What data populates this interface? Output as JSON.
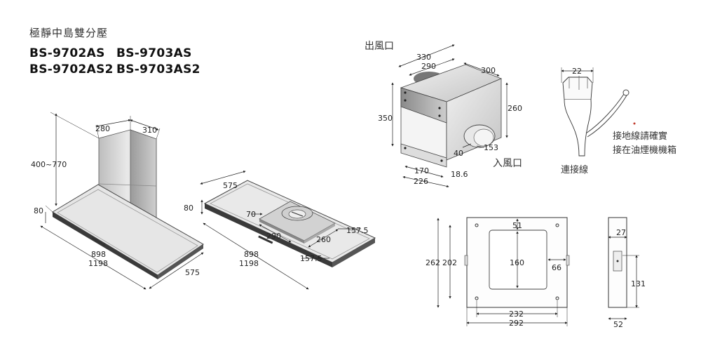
{
  "title": "極靜中島雙分壓",
  "models": {
    "row1_left": "BS-9702AS",
    "row1_right": "BS-9703AS",
    "row2_left": "BS-9702AS2",
    "row2_right": "BS-9703AS2"
  },
  "labels": {
    "outlet": "出風口",
    "inlet": "入風口",
    "connector": "連接線",
    "ground_line1": "接地線請確實",
    "ground_line2": "接在油煙機機箱"
  },
  "dims": {
    "d280": "280",
    "d310": "310",
    "d400_770": "400~770",
    "d80a": "80",
    "d898a": "898",
    "d1198a": "1198",
    "d575a": "575",
    "d575b": "575",
    "d80b": "80",
    "d70": "70",
    "d290a": "290",
    "d260a": "260",
    "d157_5a": "157.5",
    "d157_5b": "157.5",
    "d898b": "898",
    "d1198b": "1198",
    "d330": "330",
    "d290b": "290",
    "d300": "300",
    "d350": "350",
    "d260b": "260",
    "d40": "40",
    "d153": "153",
    "d170": "170",
    "d18_6": "18.6",
    "d226": "226",
    "d22": "22",
    "d51": "51",
    "d262": "262",
    "d202": "202",
    "d160": "160",
    "d66": "66",
    "d232": "232",
    "d292": "292",
    "d27": "27",
    "d131": "131",
    "d52": "52"
  },
  "colors": {
    "hood_dark": "#3a3a3a",
    "steel_light": "#d8d8d8",
    "steel_mid": "#a9a9a9",
    "dot_red": "#c0392b"
  }
}
